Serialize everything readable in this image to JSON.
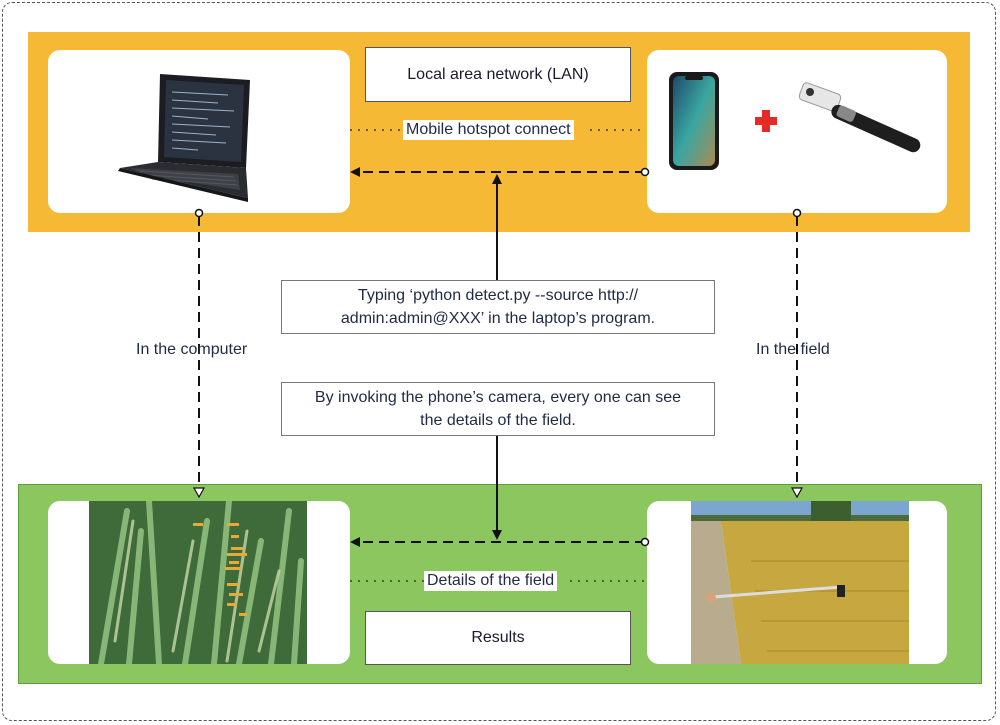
{
  "boxes": {
    "lan": "Local area network (LAN)",
    "results": "Results"
  },
  "tags": {
    "hotspot": "Mobile hotspot connect",
    "details": "Details of the field"
  },
  "instructions": {
    "typing_line1": "Typing ‘python detect.py --source http://",
    "typing_line2": "admin:admin@XXX’ in the laptop’s program.",
    "camera_line1": "By invoking the phone’s camera, every one can see",
    "camera_line2": "the details of the field."
  },
  "labels": {
    "computer": "In the computer",
    "field": "In the field"
  },
  "icons": {
    "laptop": "laptop-icon",
    "phone": "smartphone-icon",
    "plus": "plus-icon",
    "stick": "camera-stick-icon"
  },
  "colors": {
    "top_band": "#f5b935",
    "bottom_band": "#8cc65e",
    "plus": "#e52b25"
  }
}
